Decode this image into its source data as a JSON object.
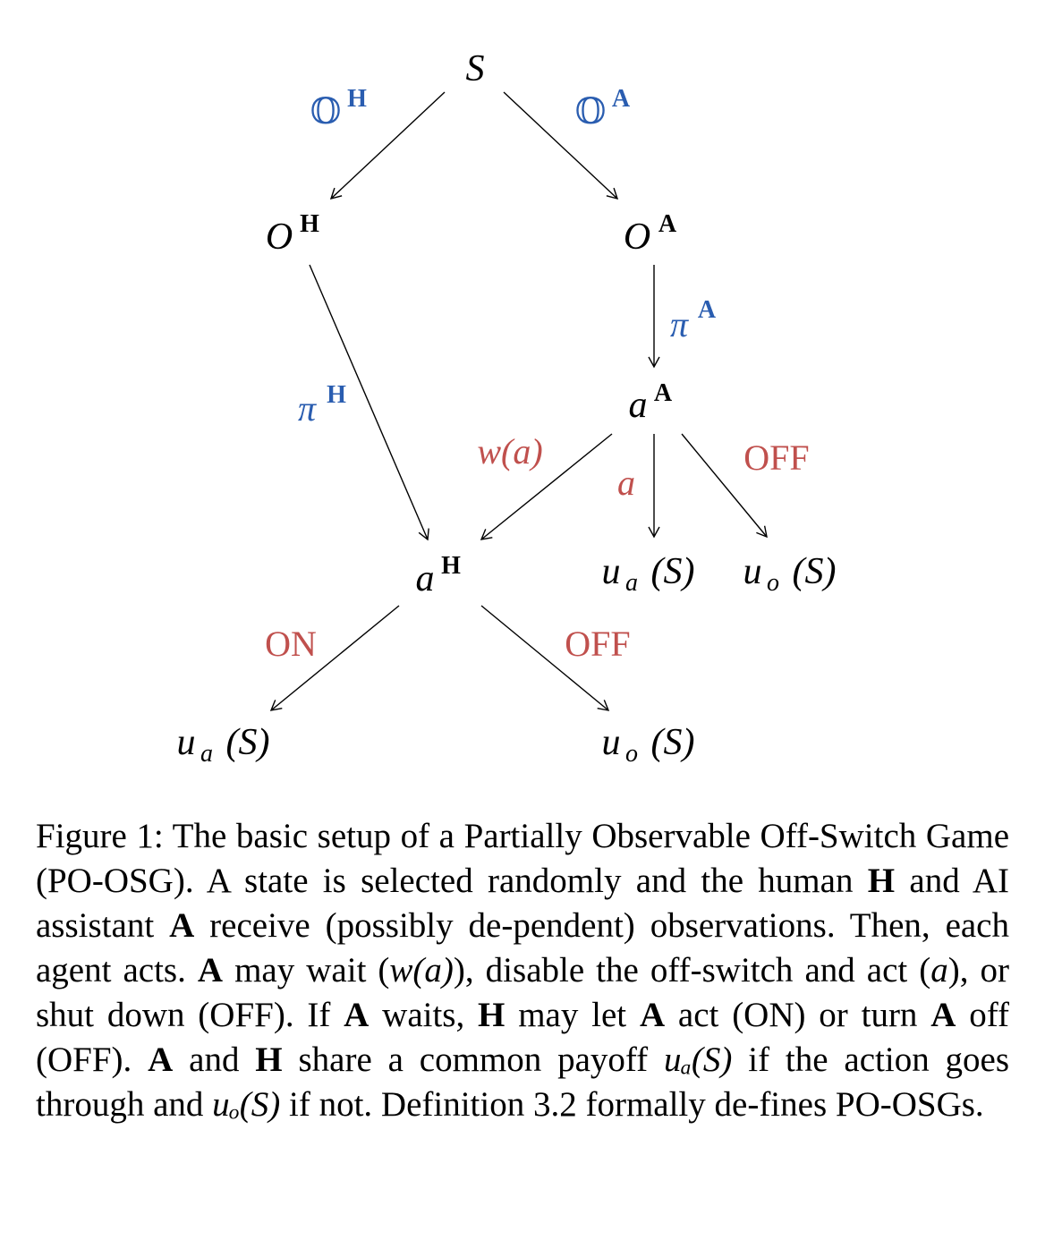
{
  "nodes": {
    "state": "S",
    "obs_human_base": "O",
    "obs_human_sup": "H",
    "obs_ai_base": "O",
    "obs_ai_sup": "A",
    "act_ai_base": "a",
    "act_ai_sup": "A",
    "act_human_base": "a",
    "act_human_sup": "H",
    "leaf_ua": "u",
    "leaf_ua_sub": "a",
    "leaf_uo": "u",
    "leaf_uo_sub": "o",
    "leaf_arg": "(S)"
  },
  "edge_labels": {
    "obs_h_base": "𝕆",
    "obs_h_sup": "H",
    "obs_a_base": "𝕆",
    "obs_a_sup": "A",
    "pi_h_base": "π",
    "pi_h_sup": "H",
    "pi_a_base": "π",
    "pi_a_sup": "A",
    "wait": "w(a)",
    "act": "a",
    "off_ai": "OFF",
    "on": "ON",
    "off_human": "OFF"
  },
  "colors": {
    "observation_policy": "#2a5db0",
    "action": "#c0504d"
  },
  "caption": {
    "p1": "Figure 1: The basic setup of a Partially Observable Off-Switch Game (PO-OSG). A state is selected randomly and the human ",
    "H1": "H",
    "p2": " and AI assistant ",
    "A1": "A",
    "p3": " receive (possibly de-pendent) observations. Then, each agent acts. ",
    "A2": "A",
    "p4": " may wait (",
    "wa": "w(a)",
    "p5": "), disable the off-switch and act (",
    "a": "a",
    "p6": "), or shut down (OFF). If ",
    "A3": "A",
    "p7": " waits, ",
    "H2": "H",
    "p8": " may let ",
    "A4": "A",
    "p9": " act (ON) or turn ",
    "A5": "A",
    "p10": " off (OFF). ",
    "A6": "A",
    "p11": " and ",
    "H3": "H",
    "p12": " share a common payoff ",
    "ua": "uₐ(S)",
    "p13": " if the action goes through and ",
    "uo": "uₒ(S)",
    "p14": " if not. Definition 3.2 formally de-fines PO-OSGs."
  }
}
